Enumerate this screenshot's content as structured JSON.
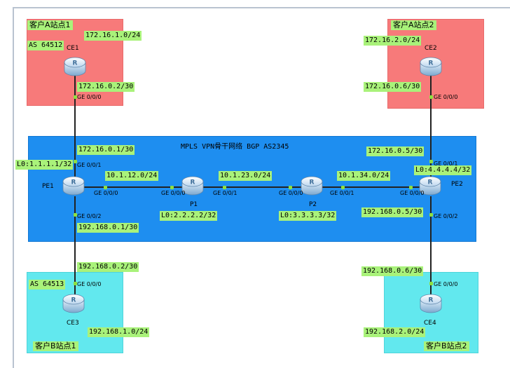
{
  "site_a1": {
    "title": "客户A站点1",
    "prefix": "172.16.1.0/24",
    "as": "AS 64512",
    "link_ip": "172.16.0.2/30",
    "port": "GE 0/0/0",
    "router": "CE1"
  },
  "site_a2": {
    "title": "客户A站点2",
    "prefix": "172.16.2.0/24",
    "link_ip": "172.16.0.6/30",
    "port": "GE 0/0/0",
    "router": "CE2"
  },
  "site_b1": {
    "title": "客户B站点1",
    "prefix": "192.168.1.0/24",
    "as": "AS 64513",
    "link_ip": "192.168.0.2/30",
    "port": "GE 0/0/0",
    "router": "CE3"
  },
  "site_b2": {
    "title": "客户B站点2",
    "prefix": "192.168.2.0/24",
    "link_ip": "192.168.0.6/30",
    "port": "GE 0/0/0",
    "router": "CE4"
  },
  "backbone": {
    "title": "MPLS VPN骨干网络  BGP AS2345"
  },
  "pe1": {
    "name": "PE1",
    "loopback": "L0:1.1.1.1/32",
    "ip_ce1": "172.16.0.1/30",
    "port_ce1": "GE 0/0/1",
    "port_p1": "GE 0/0/0",
    "ip_ce3": "192.168.0.1/30",
    "port_ce3": "GE 0/0/2"
  },
  "p1": {
    "name": "P1",
    "loopback": "L0:2.2.2.2/32",
    "port_pe1": "GE 0/0/0",
    "port_p2": "GE 0/0/1"
  },
  "p2": {
    "name": "P2",
    "loopback": "L0:3.3.3.3/32",
    "port_p1": "GE 0/0/0",
    "port_pe2": "GE 0/0/1"
  },
  "pe2": {
    "name": "PE2",
    "loopback": "L0:4.4.4.4/32",
    "ip_ce2": "172.16.0.5/30",
    "port_ce2": "GE 0/0/1",
    "port_p2": "GE 0/0/0",
    "ip_ce4": "192.168.0.5/30",
    "port_ce4": "GE 0/0/2"
  },
  "links": {
    "pe1_p1": "10.1.12.0/24",
    "p1_p2": "10.1.23.0/24",
    "p2_pe2": "10.1.34.0/24"
  }
}
